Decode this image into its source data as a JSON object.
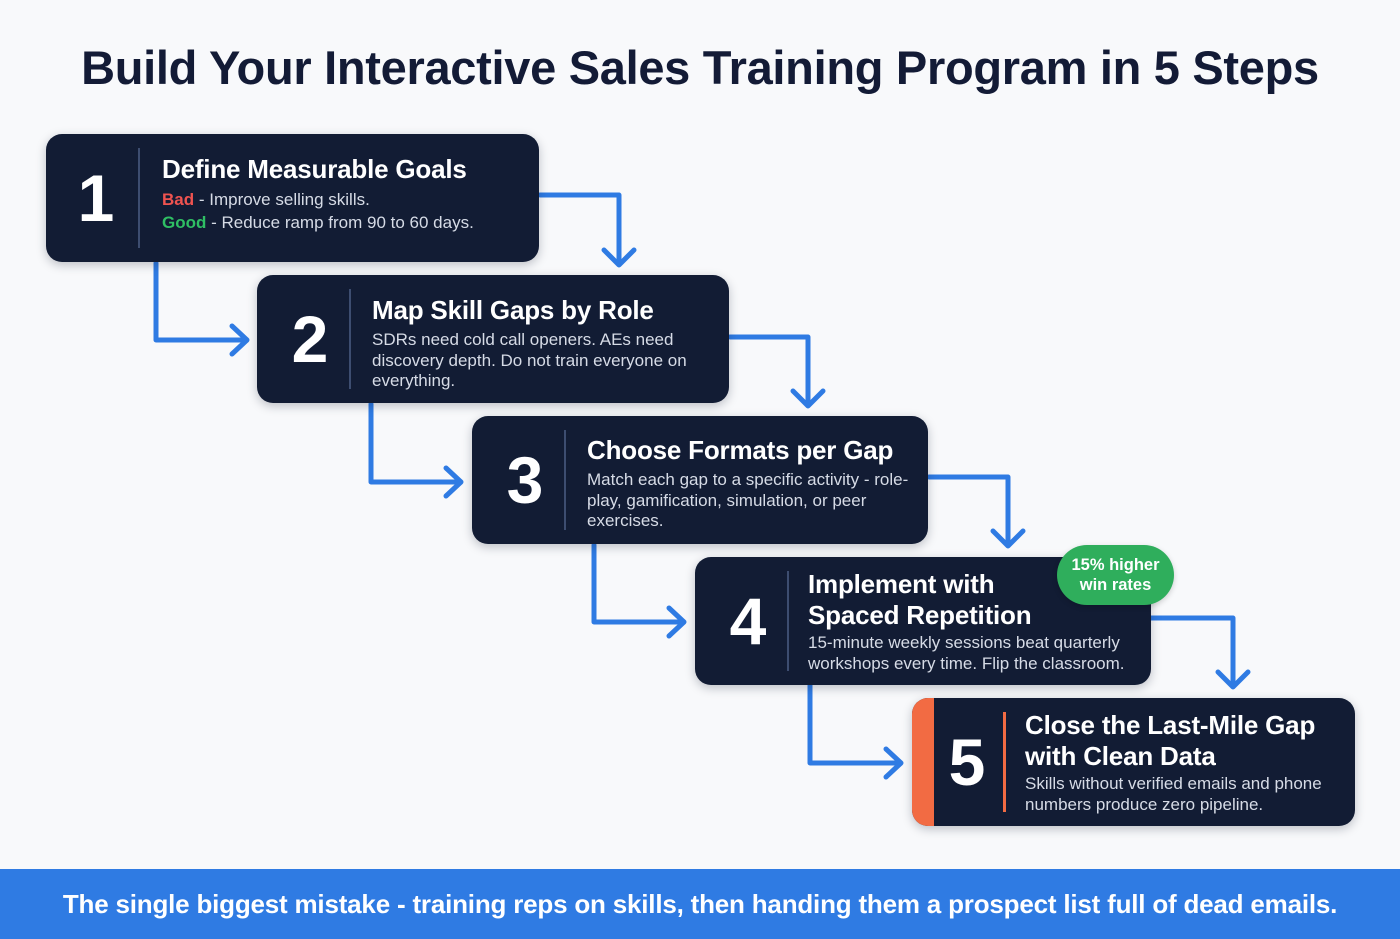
{
  "title": "Build Your Interactive Sales Training Program in 5 Steps",
  "colors": {
    "card_bg": "#121c34",
    "connector": "#2f7be3",
    "bad": "#ef5350",
    "good": "#2fbf64",
    "accent_step5": "#f26b43",
    "badge_bg": "#2fae5c",
    "footer_bg": "#2f7be3"
  },
  "steps": [
    {
      "number": "1",
      "heading": "Define Measurable Goals",
      "bad_label": "Bad",
      "bad_text": " - Improve selling skills.",
      "good_label": "Good",
      "good_text": " - Reduce ramp from 90 to 60 days."
    },
    {
      "number": "2",
      "heading": "Map Skill Gaps by Role",
      "body": "SDRs need cold call openers. AEs need discovery depth. Do not train everyone on everything."
    },
    {
      "number": "3",
      "heading": "Choose Formats per Gap",
      "body": "Match each gap to a specific activity - role-play, gamification, simulation, or peer exercises."
    },
    {
      "number": "4",
      "heading_line1": "Implement with",
      "heading_line2": "Spaced Repetition",
      "body": "15-minute weekly sessions beat quarterly workshops every time. Flip the classroom.",
      "badge_line1": "15% higher",
      "badge_line2": "win rates"
    },
    {
      "number": "5",
      "heading_line1": "Close the Last-Mile Gap",
      "heading_line2": "with Clean Data",
      "body": "Skills without verified emails and phone numbers produce zero pipeline."
    }
  ],
  "footer": "The single biggest mistake - training reps on skills, then handing them a prospect list full of dead emails."
}
